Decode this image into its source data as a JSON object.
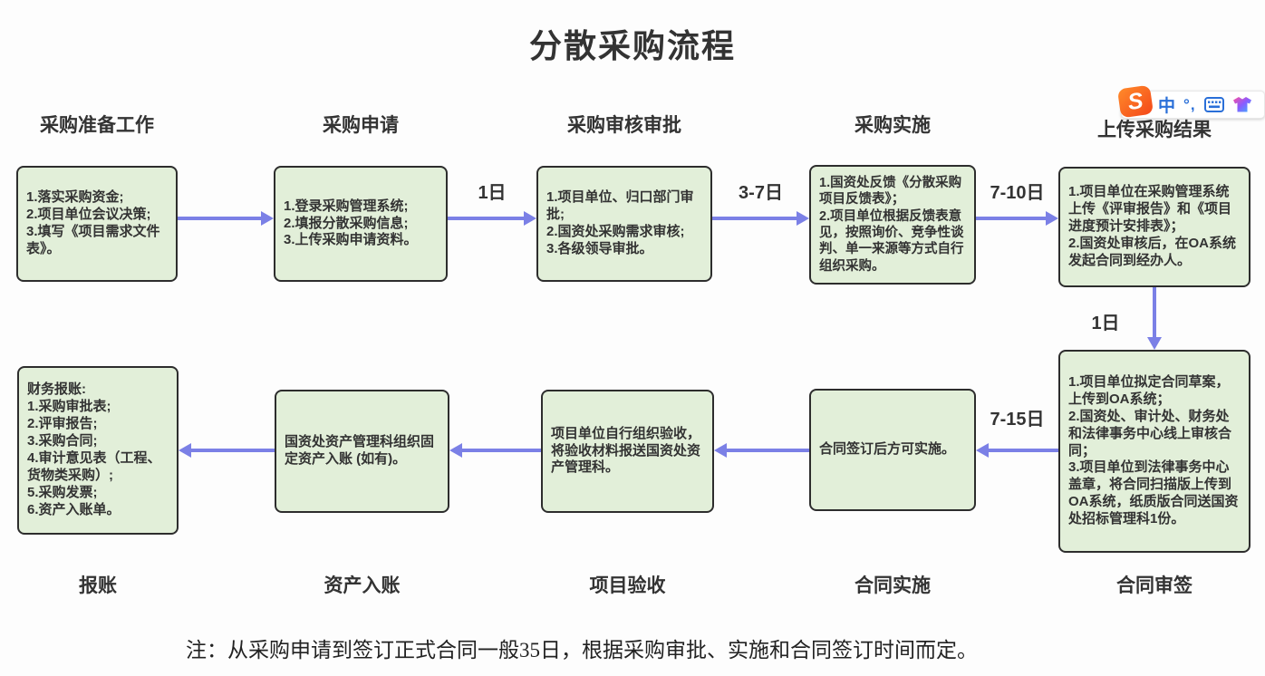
{
  "title": "分散采购流程",
  "colors": {
    "box_fill": "#e2efd9",
    "box_border": "#2d2d2d",
    "arrow": "#7b80e6",
    "text": "#333333"
  },
  "top_row": {
    "stages": [
      {
        "label": "采购准备工作",
        "box_text": "1.落实采购资金;\n2.项目单位会议决策;\n3.填写《项目需求文件表》。"
      },
      {
        "label": "采购申请",
        "box_text": "1.登录采购管理系统;\n2.填报分散采购信息;\n3.上传采购申请资料。"
      },
      {
        "label": "采购审核审批",
        "box_text": "1.项目单位、归口部门审批;\n2.国资处采购需求审核;\n3.各级领导审批。"
      },
      {
        "label": "采购实施",
        "box_text": "1.国资处反馈《分散采购项目反馈表》；\n2.项目单位根据反馈表意见，按照询价、竞争性谈判、单一来源等方式自行组织采购。"
      },
      {
        "label": "上传采购结果",
        "box_text": "1.项目单位在采购管理系统上传《评审报告》和《项目进度预计安排表》；\n2.国资处审核后，在OA系统发起合同到经办人。"
      }
    ],
    "arrow_labels": [
      "1日",
      "3-7日",
      "7-10日"
    ]
  },
  "down_arrow_label": "1日",
  "bottom_row": {
    "stages": [
      {
        "label": "报账",
        "box_text": "财务报账:\n1.采购审批表;\n2.评审报告;\n3.采购合同;\n4.审计意见表（工程、货物类采购）;\n5.采购发票;\n6.资产入账单。"
      },
      {
        "label": "资产入账",
        "box_text": "国资处资产管理科组织固定资产入账 (如有)。"
      },
      {
        "label": "项目验收",
        "box_text": "项目单位自行组织验收，将验收材料报送国资处资产管理科。"
      },
      {
        "label": "合同实施",
        "box_text": "合同签订后方可实施。"
      },
      {
        "label": "合同审签",
        "box_text": "1.项目单位拟定合同草案，上传到OA系统；\n2.国资处、审计处、财务处和法律事务中心线上审核合同；\n3.项目单位到法律事务中心盖章，将合同扫描版上传到OA系统，纸质版合同送国资处招标管理科1份。"
      }
    ],
    "arrow_label": "7-15日"
  },
  "note": "注：从采购申请到签订正式合同一般35日，根据采购审批、实施和合同签订时间而定。",
  "ime_toolbar": {
    "logo_letter": "S",
    "mode_label": "中",
    "punct_label": "°,",
    "icons": [
      "sogou-logo",
      "chinese-mode-indicator",
      "punctuation-mode-indicator",
      "keyboard-icon",
      "skin-icon"
    ]
  }
}
